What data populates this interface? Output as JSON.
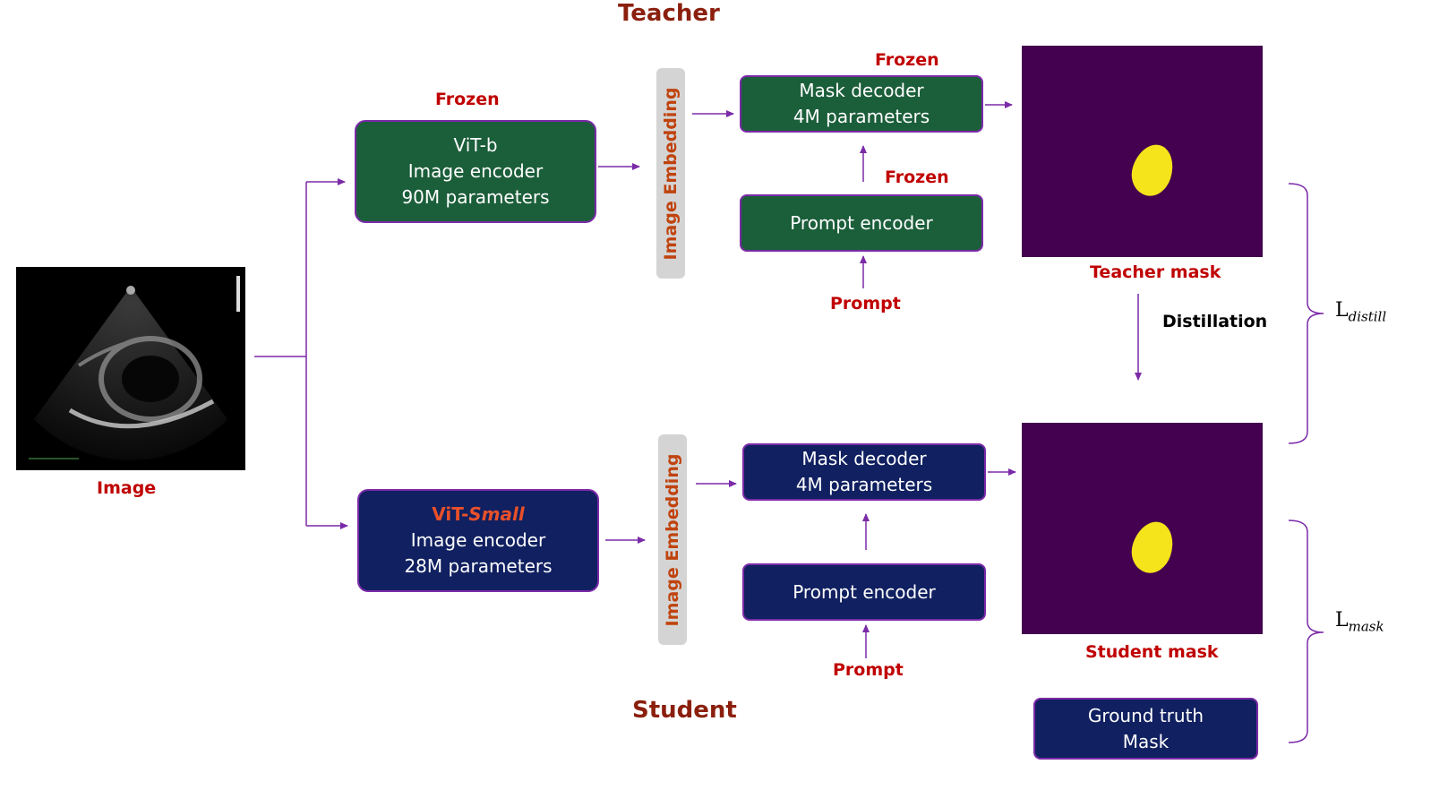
{
  "titles": {
    "teacher": "Teacher",
    "student": "Student"
  },
  "input": {
    "label": "Image"
  },
  "frozen_label": "Frozen",
  "teacher": {
    "encoder": {
      "line1": "ViT-b",
      "line2": "Image encoder",
      "line3": "90M parameters"
    },
    "embedding": "Image Embedding",
    "mask_decoder": {
      "line1": "Mask decoder",
      "line2": "4M parameters"
    },
    "prompt_encoder": "Prompt encoder",
    "prompt": "Prompt",
    "mask_label": "Teacher mask"
  },
  "student": {
    "encoder": {
      "line1_prefix": "ViT-",
      "line1_italic": "Small",
      "line2": "Image encoder",
      "line3": "28M parameters"
    },
    "embedding": "Image Embedding",
    "mask_decoder": {
      "line1": "Mask decoder",
      "line2": "4M parameters"
    },
    "prompt_encoder": "Prompt encoder",
    "prompt": "Prompt",
    "mask_label": "Student mask"
  },
  "ground_truth": {
    "line1": "Ground truth",
    "line2": "Mask"
  },
  "distillation": "Distillation",
  "losses": {
    "distill": {
      "base": "L",
      "sub": "distill"
    },
    "mask": {
      "base": "L",
      "sub": "mask"
    }
  },
  "colors": {
    "teacher_box": "#1b5e3a",
    "student_box": "#102060",
    "arrow": "#7b2aa8",
    "label_red": "#c00000",
    "title_red": "#8b1f0e",
    "mask_background": "#44014f",
    "mask_foreground": "#f5e31b"
  }
}
